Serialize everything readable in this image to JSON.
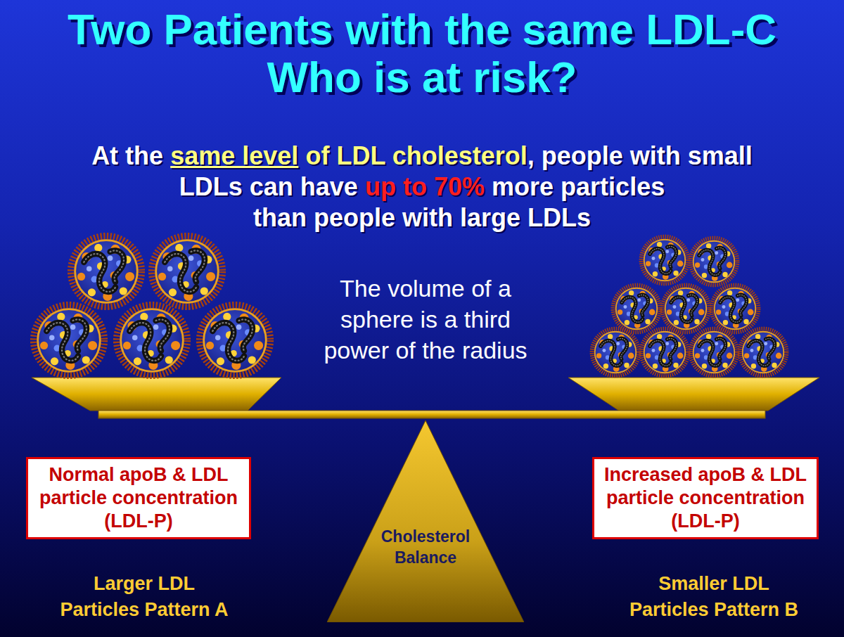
{
  "diagram": {
    "title": "Two Patients with the same LDL-C Who is at risk?",
    "nodes": [
      {
        "text": [
          "Normal apoB & LDL particle concentration (LDL-P)"
        ]
      },
      {
        "text": [
          "Cholesterol Balance"
        ]
      },
      {
        "text": [
          "Increased apoB & LDL particle concentration (LDL-P)"
        ]
      }
    ],
    "labels": [
      "At the",
      "same level",
      "of LDL cholesterol",
      ", people with small",
      "LDLs can have",
      "up to 70%",
      "more particles",
      "than people with large LDLs",
      "The volume of a sphere is a third power of the radius",
      "Larger LDL Particles Pattern A",
      "Smaller LDL Particles Pattern B"
    ]
  }
}
